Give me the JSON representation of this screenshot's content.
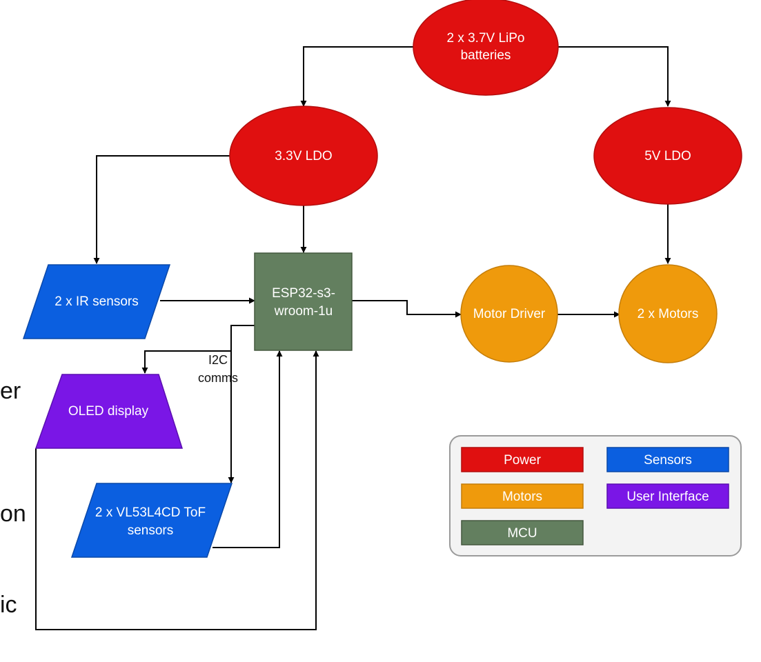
{
  "colors": {
    "power": "#e01010",
    "power_stroke": "#b30d0d",
    "sensors": "#0b5fe0",
    "sensors_stroke": "#0a48a8",
    "motors": "#ef9a0c",
    "motors_stroke": "#c47d09",
    "mcu": "#637f5f",
    "mcu_stroke": "#44583f",
    "ui": "#7a16e6",
    "ui_stroke": "#5a0fb0",
    "legend_bg": "#f3f3f3",
    "legend_border": "#9a9a9a"
  },
  "nodes": {
    "batteries": {
      "line1": "2 x 3.7V LiPo",
      "line2": "batteries",
      "category": "Power"
    },
    "ldo33": {
      "label": "3.3V LDO",
      "category": "Power"
    },
    "ldo5": {
      "label": "5V LDO",
      "category": "Power"
    },
    "ir_sensors": {
      "label": "2 x IR sensors",
      "category": "Sensors"
    },
    "mcu": {
      "line1": "ESP32-s3-",
      "line2": "wroom-1u",
      "category": "MCU"
    },
    "motor_driver": {
      "label": "Motor Driver",
      "category": "Motors"
    },
    "motors": {
      "label": "2 x Motors",
      "category": "Motors"
    },
    "oled": {
      "label": "OLED display",
      "category": "User Interface"
    },
    "tof": {
      "line1": "2 x VL53L4CD ToF",
      "line2": "sensors",
      "category": "Sensors"
    }
  },
  "edges": [
    {
      "from": "batteries",
      "to": "ldo33"
    },
    {
      "from": "batteries",
      "to": "ldo5"
    },
    {
      "from": "ldo33",
      "to": "ir_sensors"
    },
    {
      "from": "ldo33",
      "to": "mcu"
    },
    {
      "from": "ldo5",
      "to": "motors"
    },
    {
      "from": "ir_sensors",
      "to": "mcu"
    },
    {
      "from": "mcu",
      "to": "motor_driver"
    },
    {
      "from": "motor_driver",
      "to": "motors"
    },
    {
      "from": "mcu",
      "to": "oled",
      "label": "I2C comms"
    },
    {
      "from": "mcu",
      "to": "tof",
      "label": "I2C comms"
    },
    {
      "from": "tof",
      "to": "mcu"
    },
    {
      "from": "oled",
      "to": "mcu"
    }
  ],
  "edge_labels": {
    "i2c_line1": "I2C",
    "i2c_line2": "comms"
  },
  "legend": {
    "power": "Power",
    "sensors": "Sensors",
    "motors": "Motors",
    "ui": "User Interface",
    "mcu": "MCU"
  },
  "left_edge_fragments": [
    "er",
    "on",
    "ic"
  ]
}
